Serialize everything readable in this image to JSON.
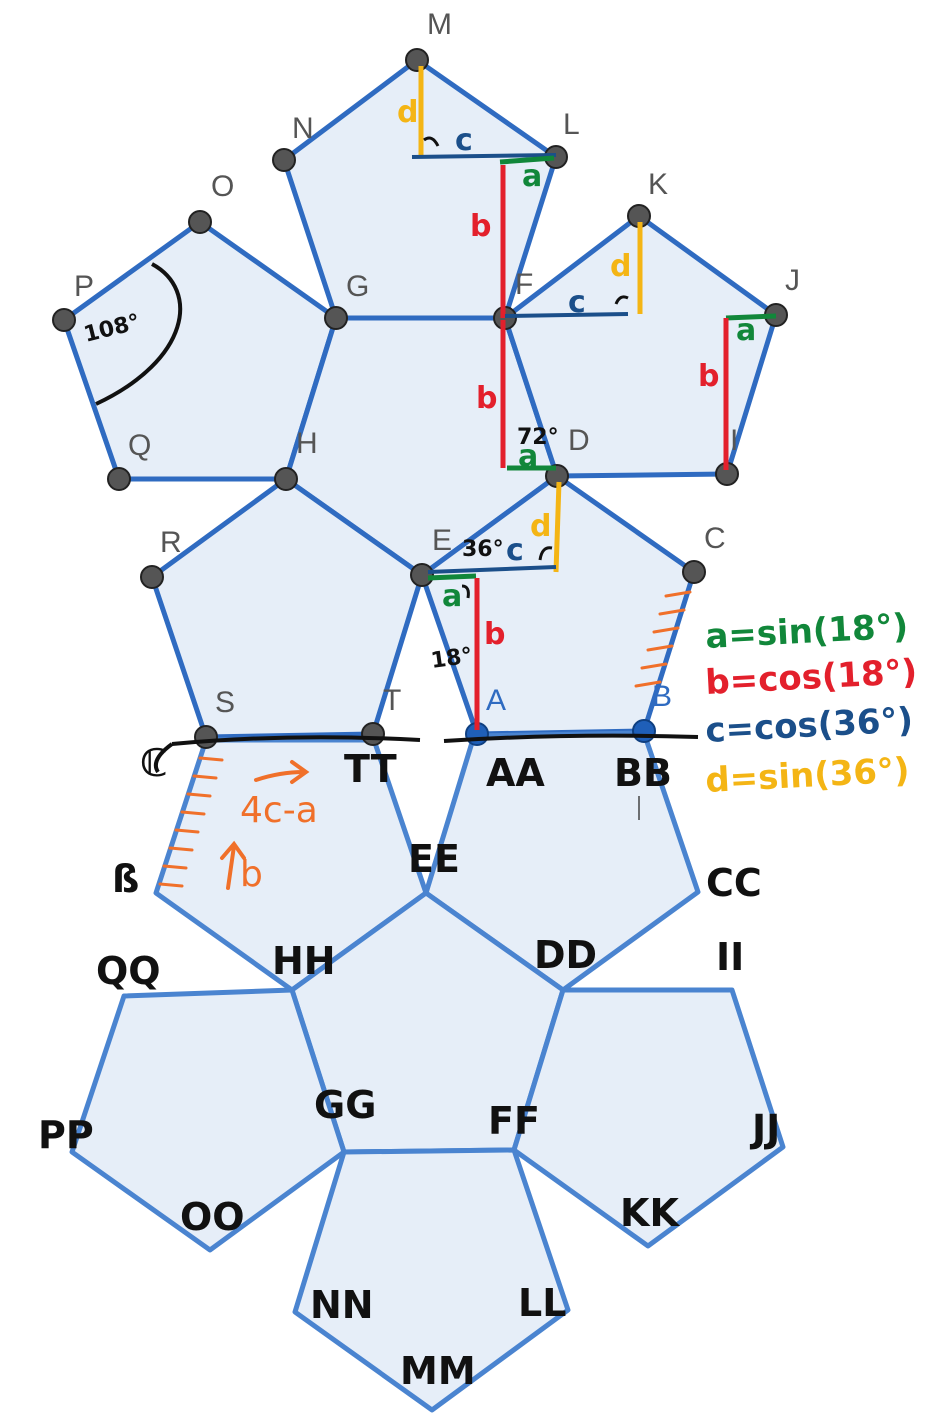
{
  "printed_points": [
    "M",
    "N",
    "L",
    "O",
    "K",
    "P",
    "G",
    "F",
    "J",
    "Q",
    "H",
    "D",
    "I",
    "R",
    "E",
    "C",
    "S",
    "T",
    "A",
    "B"
  ],
  "handwritten_points": [
    "ℂ",
    "TT",
    "AA",
    "BB",
    "EE",
    "CC",
    "ß",
    "QQ",
    "HH",
    "DD",
    "II",
    "PP",
    "GG",
    "FF",
    "JJ",
    "OO",
    "KK",
    "NN",
    "LL",
    "MM"
  ],
  "angles": [
    "108°",
    "72°",
    "36°",
    "18°"
  ],
  "segment_letters": [
    "a",
    "b",
    "c",
    "d"
  ],
  "legend": {
    "a": "a=sin(18°)",
    "b": "b=cos(18°)",
    "c": "c=cos(36°)",
    "d": "d=sin(36°)"
  },
  "orange_notes": [
    "4c-a",
    "b"
  ],
  "colors": {
    "pentagon_fill": "#e6eef8",
    "edge_blue": "#2f6bc1",
    "a_green": "#11873a",
    "b_red": "#e3202c",
    "c_navy": "#1b4f8a",
    "d_yellow": "#f4b515",
    "note_orange": "#f0702a"
  }
}
